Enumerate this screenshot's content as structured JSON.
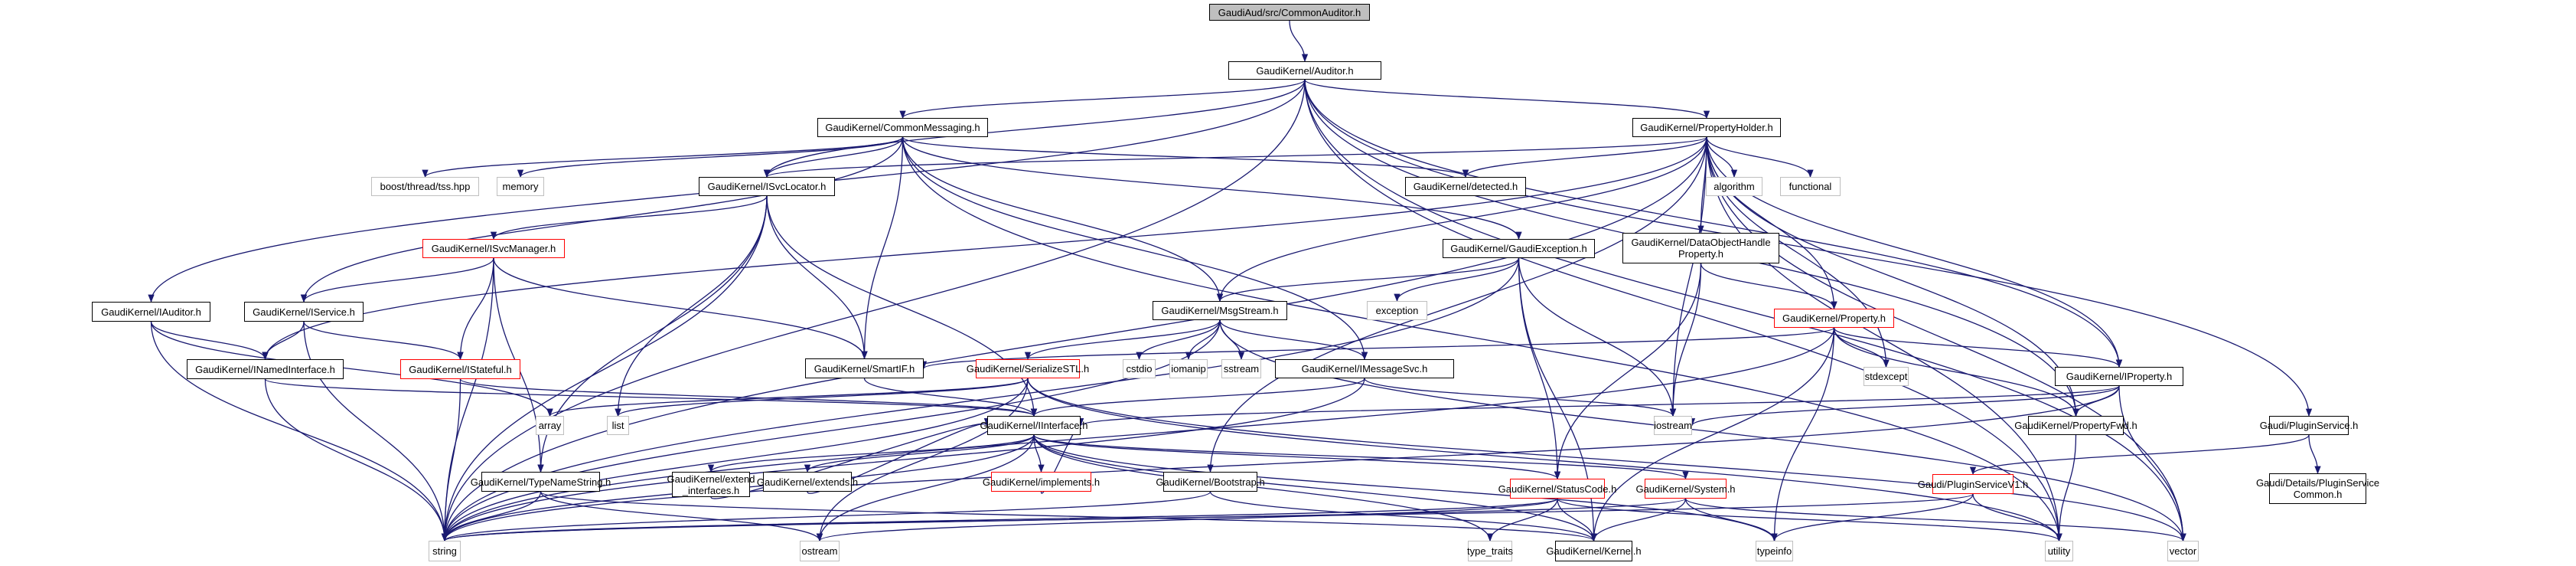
{
  "title": "GaudiAud/src/CommonAuditor.h include dependency graph",
  "colors": {
    "edge": "#191970",
    "normal_border": "#000000",
    "root_fill": "#bfbfbf",
    "incomplete_border": "#ff0000",
    "system_border": "#bfbfbf"
  },
  "nodes": [
    {
      "id": "root",
      "label": "GaudiAud/src/CommonAuditor.h",
      "kind": "root"
    },
    {
      "id": "auditor",
      "label": "GaudiKernel/Auditor.h",
      "kind": "normal"
    },
    {
      "id": "commonmsg",
      "label": "GaudiKernel/CommonMessaging.h",
      "kind": "normal"
    },
    {
      "id": "propholder",
      "label": "GaudiKernel/PropertyHolder.h",
      "kind": "normal"
    },
    {
      "id": "boost",
      "label": "boost/thread/tss.hpp",
      "kind": "sys"
    },
    {
      "id": "memory",
      "label": "memory",
      "kind": "sys"
    },
    {
      "id": "isvcloc",
      "label": "GaudiKernel/ISvcLocator.h",
      "kind": "normal"
    },
    {
      "id": "detected",
      "label": "GaudiKernel/detected.h",
      "kind": "normal"
    },
    {
      "id": "algorithm",
      "label": "algorithm",
      "kind": "sys"
    },
    {
      "id": "functional",
      "label": "functional",
      "kind": "sys"
    },
    {
      "id": "isvcmgr",
      "label": "GaudiKernel/ISvcManager.h",
      "kind": "red"
    },
    {
      "id": "gaudiexc",
      "label": "GaudiKernel/GaudiException.h",
      "kind": "normal"
    },
    {
      "id": "dohprop",
      "label": "GaudiKernel/DataObjectHandle\nProperty.h",
      "kind": "normal"
    },
    {
      "id": "iauditor",
      "label": "GaudiKernel/IAuditor.h",
      "kind": "normal"
    },
    {
      "id": "iservice",
      "label": "GaudiKernel/IService.h",
      "kind": "normal"
    },
    {
      "id": "msgstream",
      "label": "GaudiKernel/MsgStream.h",
      "kind": "normal"
    },
    {
      "id": "exception",
      "label": "exception",
      "kind": "sys"
    },
    {
      "id": "property",
      "label": "GaudiKernel/Property.h",
      "kind": "red"
    },
    {
      "id": "inamed",
      "label": "GaudiKernel/INamedInterface.h",
      "kind": "normal"
    },
    {
      "id": "istateful",
      "label": "GaudiKernel/IStateful.h",
      "kind": "red"
    },
    {
      "id": "smartif",
      "label": "GaudiKernel/SmartIF.h",
      "kind": "normal"
    },
    {
      "id": "serialize",
      "label": "GaudiKernel/SerializeSTL.h",
      "kind": "red"
    },
    {
      "id": "cstdio",
      "label": "cstdio",
      "kind": "sys"
    },
    {
      "id": "iomanip",
      "label": "iomanip",
      "kind": "sys"
    },
    {
      "id": "sstream",
      "label": "sstream",
      "kind": "sys"
    },
    {
      "id": "imsgsvc",
      "label": "GaudiKernel/IMessageSvc.h",
      "kind": "normal"
    },
    {
      "id": "stdexcept",
      "label": "stdexcept",
      "kind": "sys"
    },
    {
      "id": "iproperty",
      "label": "GaudiKernel/IProperty.h",
      "kind": "normal"
    },
    {
      "id": "array",
      "label": "array",
      "kind": "sys"
    },
    {
      "id": "list",
      "label": "list",
      "kind": "sys"
    },
    {
      "id": "iinterface",
      "label": "GaudiKernel/IInterface.h",
      "kind": "normal"
    },
    {
      "id": "iostream",
      "label": "iostream",
      "kind": "sys"
    },
    {
      "id": "propfwd",
      "label": "GaudiKernel/PropertyFwd.h",
      "kind": "normal"
    },
    {
      "id": "pluginsvc",
      "label": "Gaudi/PluginService.h",
      "kind": "normal"
    },
    {
      "id": "typename",
      "label": "GaudiKernel/TypeNameString.h",
      "kind": "normal"
    },
    {
      "id": "extendif",
      "label": "GaudiKernel/extend\n_interfaces.h",
      "kind": "normal"
    },
    {
      "id": "extends",
      "label": "GaudiKernel/extends.h",
      "kind": "normal"
    },
    {
      "id": "implements",
      "label": "GaudiKernel/implements.h",
      "kind": "red"
    },
    {
      "id": "bootstrap",
      "label": "GaudiKernel/Bootstrap.h",
      "kind": "normal"
    },
    {
      "id": "statuscode",
      "label": "GaudiKernel/StatusCode.h",
      "kind": "red"
    },
    {
      "id": "system",
      "label": "GaudiKernel/System.h",
      "kind": "red"
    },
    {
      "id": "pluginv1",
      "label": "Gaudi/PluginServiceV1.h",
      "kind": "red"
    },
    {
      "id": "plugincommon",
      "label": "Gaudi/Details/PluginService\nCommon.h",
      "kind": "normal"
    },
    {
      "id": "string",
      "label": "string",
      "kind": "sys"
    },
    {
      "id": "ostream",
      "label": "ostream",
      "kind": "sys"
    },
    {
      "id": "typetraits",
      "label": "type_traits",
      "kind": "sys"
    },
    {
      "id": "kernel",
      "label": "GaudiKernel/Kernel.h",
      "kind": "normal"
    },
    {
      "id": "typeinfo",
      "label": "typeinfo",
      "kind": "sys"
    },
    {
      "id": "utility",
      "label": "utility",
      "kind": "sys"
    },
    {
      "id": "vector",
      "label": "vector",
      "kind": "sys"
    }
  ],
  "edges": [
    [
      "root",
      "auditor"
    ],
    [
      "auditor",
      "commonmsg"
    ],
    [
      "auditor",
      "propholder"
    ],
    [
      "auditor",
      "isvcloc"
    ],
    [
      "auditor",
      "iauditor"
    ],
    [
      "auditor",
      "string"
    ],
    [
      "auditor",
      "vector"
    ],
    [
      "auditor",
      "iproperty"
    ],
    [
      "auditor",
      "pluginsvc"
    ],
    [
      "auditor",
      "utility"
    ],
    [
      "auditor",
      "propfwd"
    ],
    [
      "commonmsg",
      "boost"
    ],
    [
      "commonmsg",
      "memory"
    ],
    [
      "commonmsg",
      "isvcloc"
    ],
    [
      "commonmsg",
      "detected"
    ],
    [
      "commonmsg",
      "gaudiexc"
    ],
    [
      "commonmsg",
      "msgstream"
    ],
    [
      "commonmsg",
      "imsgsvc"
    ],
    [
      "commonmsg",
      "smartif"
    ],
    [
      "commonmsg",
      "iservice"
    ],
    [
      "commonmsg",
      "utility"
    ],
    [
      "propholder",
      "algorithm"
    ],
    [
      "propholder",
      "functional"
    ],
    [
      "propholder",
      "dohprop"
    ],
    [
      "propholder",
      "property"
    ],
    [
      "propholder",
      "iproperty"
    ],
    [
      "propholder",
      "isvcloc"
    ],
    [
      "propholder",
      "detected"
    ],
    [
      "propholder",
      "msgstream"
    ],
    [
      "propholder",
      "inamed"
    ],
    [
      "propholder",
      "stdexcept"
    ],
    [
      "propholder",
      "string"
    ],
    [
      "propholder",
      "iostream"
    ],
    [
      "propholder",
      "propfwd"
    ],
    [
      "propholder",
      "utility"
    ],
    [
      "propholder",
      "vector"
    ],
    [
      "propholder",
      "bootstrap"
    ],
    [
      "isvcloc",
      "isvcmgr"
    ],
    [
      "isvcloc",
      "iinterface"
    ],
    [
      "isvcloc",
      "smartif"
    ],
    [
      "isvcloc",
      "string"
    ],
    [
      "isvcloc",
      "list"
    ],
    [
      "isvcloc",
      "typename"
    ],
    [
      "isvcmgr",
      "iservice"
    ],
    [
      "isvcmgr",
      "istateful"
    ],
    [
      "isvcmgr",
      "smartif"
    ],
    [
      "isvcmgr",
      "typename"
    ],
    [
      "isvcmgr",
      "string"
    ],
    [
      "gaudiexc",
      "msgstream"
    ],
    [
      "gaudiexc",
      "exception"
    ],
    [
      "gaudiexc",
      "string"
    ],
    [
      "gaudiexc",
      "statuscode"
    ],
    [
      "gaudiexc",
      "kernel"
    ],
    [
      "gaudiexc",
      "iostream"
    ],
    [
      "dohprop",
      "property"
    ],
    [
      "dohprop",
      "statuscode"
    ],
    [
      "dohprop",
      "iostream"
    ],
    [
      "iauditor",
      "inamed"
    ],
    [
      "iauditor",
      "string"
    ],
    [
      "iauditor",
      "array"
    ],
    [
      "iservice",
      "inamed"
    ],
    [
      "iservice",
      "istateful"
    ],
    [
      "iservice",
      "string"
    ],
    [
      "msgstream",
      "cstdio"
    ],
    [
      "msgstream",
      "iomanip"
    ],
    [
      "msgstream",
      "sstream"
    ],
    [
      "msgstream",
      "imsgsvc"
    ],
    [
      "msgstream",
      "serialize"
    ],
    [
      "msgstream",
      "string"
    ],
    [
      "msgstream",
      "vector"
    ],
    [
      "property",
      "stdexcept"
    ],
    [
      "property",
      "iproperty"
    ],
    [
      "property",
      "propfwd"
    ],
    [
      "property",
      "smartif"
    ],
    [
      "property",
      "string"
    ],
    [
      "property",
      "typeinfo"
    ],
    [
      "property",
      "kernel"
    ],
    [
      "inamed",
      "iinterface"
    ],
    [
      "inamed",
      "string"
    ],
    [
      "istateful",
      "iinterface"
    ],
    [
      "istateful",
      "string"
    ],
    [
      "smartif",
      "iinterface"
    ],
    [
      "serialize",
      "array"
    ],
    [
      "serialize",
      "list"
    ],
    [
      "serialize",
      "ostream"
    ],
    [
      "serialize",
      "string"
    ],
    [
      "serialize",
      "utility"
    ],
    [
      "serialize",
      "vector"
    ],
    [
      "imsgsvc",
      "iinterface"
    ],
    [
      "imsgsvc",
      "string"
    ],
    [
      "imsgsvc",
      "iostream"
    ],
    [
      "iproperty",
      "iinterface"
    ],
    [
      "iproperty",
      "propfwd"
    ],
    [
      "iproperty",
      "string"
    ],
    [
      "iproperty",
      "iostream"
    ],
    [
      "iproperty",
      "vector"
    ],
    [
      "iinterface",
      "extendif"
    ],
    [
      "iinterface",
      "extends"
    ],
    [
      "iinterface",
      "implements"
    ],
    [
      "iinterface",
      "statuscode"
    ],
    [
      "iinterface",
      "system"
    ],
    [
      "iinterface",
      "kernel"
    ],
    [
      "iinterface",
      "string"
    ],
    [
      "iinterface",
      "ostream"
    ],
    [
      "iinterface",
      "typetraits"
    ],
    [
      "iinterface",
      "typeinfo"
    ],
    [
      "extendif",
      "iinterface"
    ],
    [
      "extends",
      "iinterface"
    ],
    [
      "implements",
      "iinterface"
    ],
    [
      "typename",
      "string"
    ],
    [
      "typename",
      "ostream"
    ],
    [
      "typename",
      "kernel"
    ],
    [
      "bootstrap",
      "kernel"
    ],
    [
      "bootstrap",
      "string"
    ],
    [
      "statuscode",
      "kernel"
    ],
    [
      "statuscode",
      "typetraits"
    ],
    [
      "statuscode",
      "string"
    ],
    [
      "statuscode",
      "ostream"
    ],
    [
      "statuscode",
      "utility"
    ],
    [
      "system",
      "kernel"
    ],
    [
      "system",
      "typeinfo"
    ],
    [
      "system",
      "string"
    ],
    [
      "system",
      "vector"
    ],
    [
      "pluginsvc",
      "pluginv1"
    ],
    [
      "pluginsvc",
      "plugincommon"
    ],
    [
      "pluginv1",
      "typeinfo"
    ],
    [
      "pluginv1",
      "utility"
    ],
    [
      "pluginv1",
      "string"
    ],
    [
      "propfwd",
      "utility"
    ]
  ]
}
